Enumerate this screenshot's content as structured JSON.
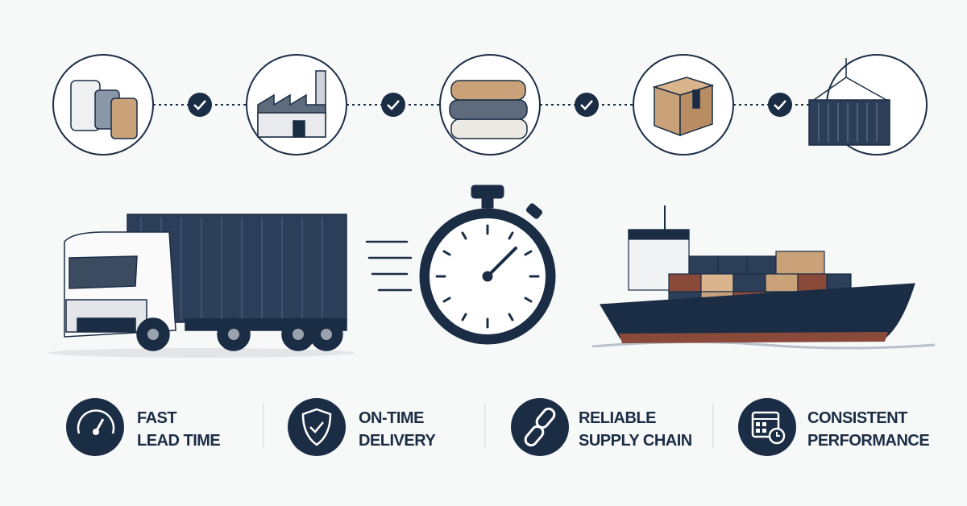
{
  "colors": {
    "navy": "#1b2d45",
    "background": "#f7f8f8",
    "kraft": "#c9a27a",
    "hull_red": "#8a4a3a"
  },
  "process_steps": [
    {
      "icon": "yarn-spools-icon"
    },
    {
      "icon": "factory-icon"
    },
    {
      "icon": "folded-fabric-icon"
    },
    {
      "icon": "cardboard-box-icon"
    },
    {
      "icon": "shipping-container-icon"
    }
  ],
  "features": [
    {
      "icon": "speedometer-icon",
      "line1": "FAST",
      "line2": "LEAD TIME"
    },
    {
      "icon": "shield-check-icon",
      "line1": "ON-TIME",
      "line2": "DELIVERY"
    },
    {
      "icon": "chain-link-icon",
      "line1": "RELIABLE",
      "line2": "SUPPLY CHAIN"
    },
    {
      "icon": "calendar-clock-icon",
      "line1": "CONSISTENT",
      "line2": "PERFORMANCE"
    }
  ]
}
